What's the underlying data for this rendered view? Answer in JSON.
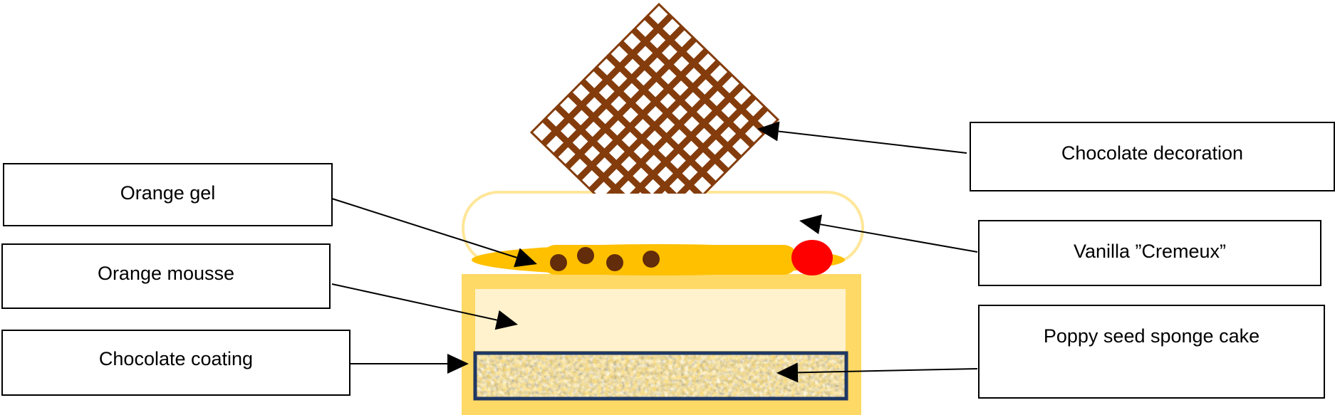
{
  "labels": {
    "chocolate_decoration": "Chocolate decoration",
    "orange_gel": "Orange gel",
    "vanilla_cremeux": "Vanilla ”Cremeux”",
    "orange_mousse": "Orange mousse",
    "chocolate_coating": "Chocolate coating",
    "poppy_seed_sponge": "Poppy seed sponge cake"
  },
  "colors": {
    "chocolate": "#843C0C",
    "orange_gel": "#FFC000",
    "cremeux_outline": "#FFE699",
    "coating": "#FFD966",
    "mousse": "#FFF2CC",
    "sponge_border": "#1F3864",
    "red_dot": "#FF0000",
    "seeds": "#632C0A"
  }
}
